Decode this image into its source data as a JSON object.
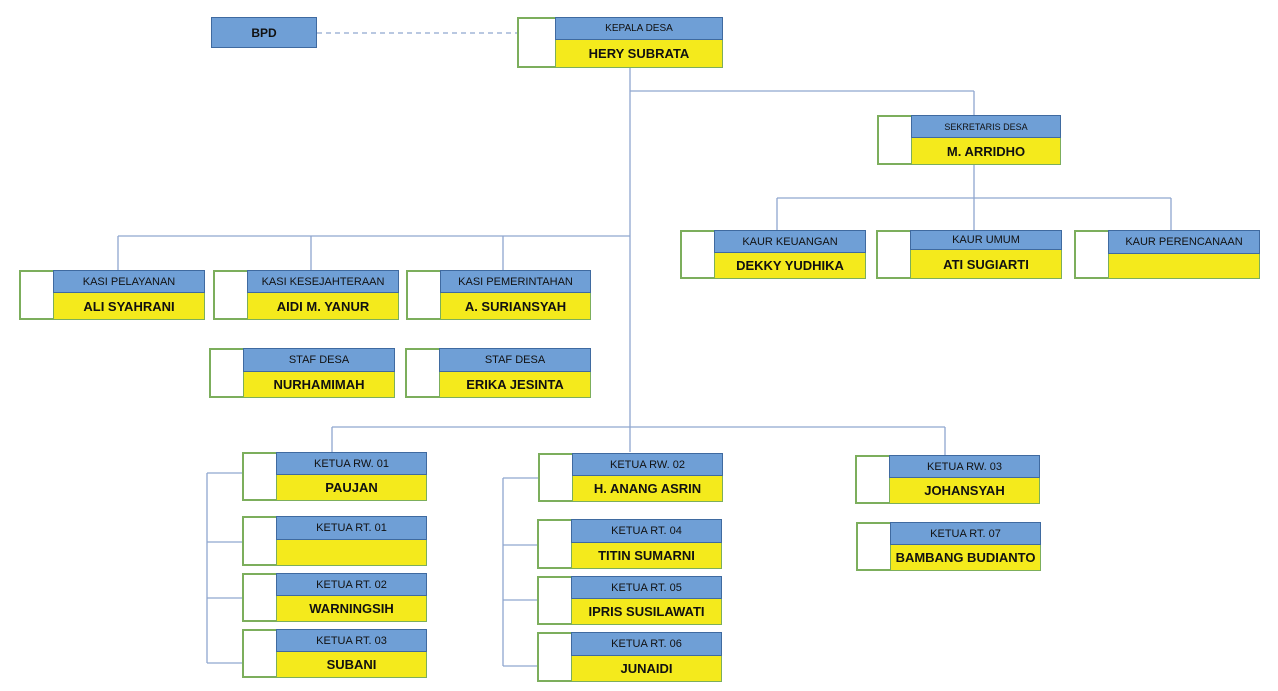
{
  "colors": {
    "title_bg": "#6f9fd6",
    "name_bg": "#f4ea1c",
    "frame": "#7cae5c",
    "line": "#8fa6cf"
  },
  "bpd": "BPD",
  "kepala": {
    "title": "KEPALA DESA",
    "name": "HERY SUBRATA"
  },
  "sekretaris": {
    "title": "SEKRETARIS DESA",
    "name": "M. ARRIDHO"
  },
  "kaur": [
    {
      "title": "KAUR KEUANGAN",
      "name": "DEKKY YUDHIKA"
    },
    {
      "title": "KAUR UMUM",
      "name": "ATI SUGIARTI"
    },
    {
      "title": "KAUR PERENCANAAN",
      "name": ""
    }
  ],
  "kasi": [
    {
      "title": "KASI PELAYANAN",
      "name": "ALI SYAHRANI"
    },
    {
      "title": "KASI KESEJAHTERAAN",
      "name": "AIDI M. YANUR"
    },
    {
      "title": "KASI PEMERINTAHAN",
      "name": "A. SURIANSYAH"
    }
  ],
  "staf": [
    {
      "title": "STAF DESA",
      "name": "NURHAMIMAH"
    },
    {
      "title": "STAF DESA",
      "name": "ERIKA JESINTA"
    }
  ],
  "rw": [
    {
      "title": "KETUA RW. 01",
      "name": "PAUJAN"
    },
    {
      "title": "KETUA RW. 02",
      "name": "H. ANANG ASRIN"
    },
    {
      "title": "KETUA RW. 03",
      "name": "JOHANSYAH"
    }
  ],
  "rt": [
    {
      "title": "KETUA RT. 01",
      "name": ""
    },
    {
      "title": "KETUA RT. 02",
      "name": "WARNINGSIH"
    },
    {
      "title": "KETUA RT. 03",
      "name": "SUBANI"
    },
    {
      "title": "KETUA RT. 04",
      "name": "TITIN SUMARNI"
    },
    {
      "title": "KETUA RT. 05",
      "name": "IPRIS SUSILAWATI"
    },
    {
      "title": "KETUA RT. 06",
      "name": "JUNAIDI"
    },
    {
      "title": "KETUA RT. 07",
      "name": "BAMBANG BUDIANTO"
    }
  ]
}
